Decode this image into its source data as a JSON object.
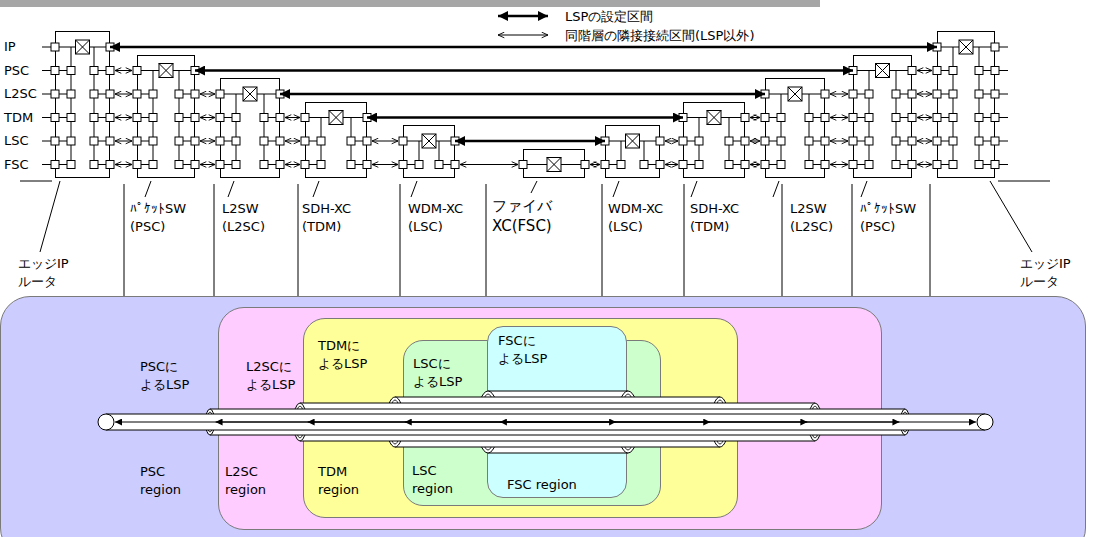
{
  "diagram": {
    "nodes": [
      {
        "text": [
          "エッジIP ルータ"
        ]
      },
      {
        "text": [
          "ﾊﾟｹｯﾄSW (PSC)"
        ]
      },
      {
        "text": [
          "L2SW (L2SC)"
        ]
      },
      {
        "text": [
          "SDH-XC (TDM)"
        ]
      },
      {
        "text": [
          "WDM-XC (LSC)"
        ]
      },
      {
        "text": [
          "ファイバ XC(FSC)"
        ]
      },
      {
        "text": [
          "WDM-XC (LSC)"
        ]
      },
      {
        "text": [
          "SDH-XC (TDM)"
        ]
      },
      {
        "text": [
          "L2SW (L2SC)"
        ]
      },
      {
        "text": [
          "ﾊﾟｹｯﾄSW (PSC)"
        ]
      },
      {
        "text": [
          "エッジIP ルータ"
        ]
      },
      {
        "text": [
          "PSCに よるLSP",
          "PSC region"
        ]
      },
      {
        "text": [
          "L2SCに よるLSP",
          "L2SC region"
        ],
        "in": 11
      },
      {
        "text": [
          "TDMに よるLSP",
          "TDM region"
        ],
        "in": 12
      },
      {
        "text": [
          "LSCに よるLSP",
          "LSC region"
        ],
        "in": 13
      },
      {
        "text": [
          "FSCに よるLSP",
          "FSC region"
        ],
        "in": 14
      }
    ],
    "edges": [
      {
        "from": 0,
        "to": 10,
        "arrow": "both"
      },
      {
        "from": 1,
        "to": 9,
        "arrow": "both"
      },
      {
        "from": 2,
        "to": 8,
        "arrow": "both"
      },
      {
        "from": 3,
        "to": 7,
        "arrow": "both"
      },
      {
        "from": 4,
        "to": 6,
        "arrow": "both"
      }
    ],
    "labels": [
      "IP",
      "PSC",
      "L2SC",
      "TDM",
      "LSC",
      "FSC"
    ],
    "legend": [
      {
        "text": "LSPの設定区間"
      },
      {
        "text": "同階層の隣接接続区間(LSP以外)"
      }
    ]
  }
}
